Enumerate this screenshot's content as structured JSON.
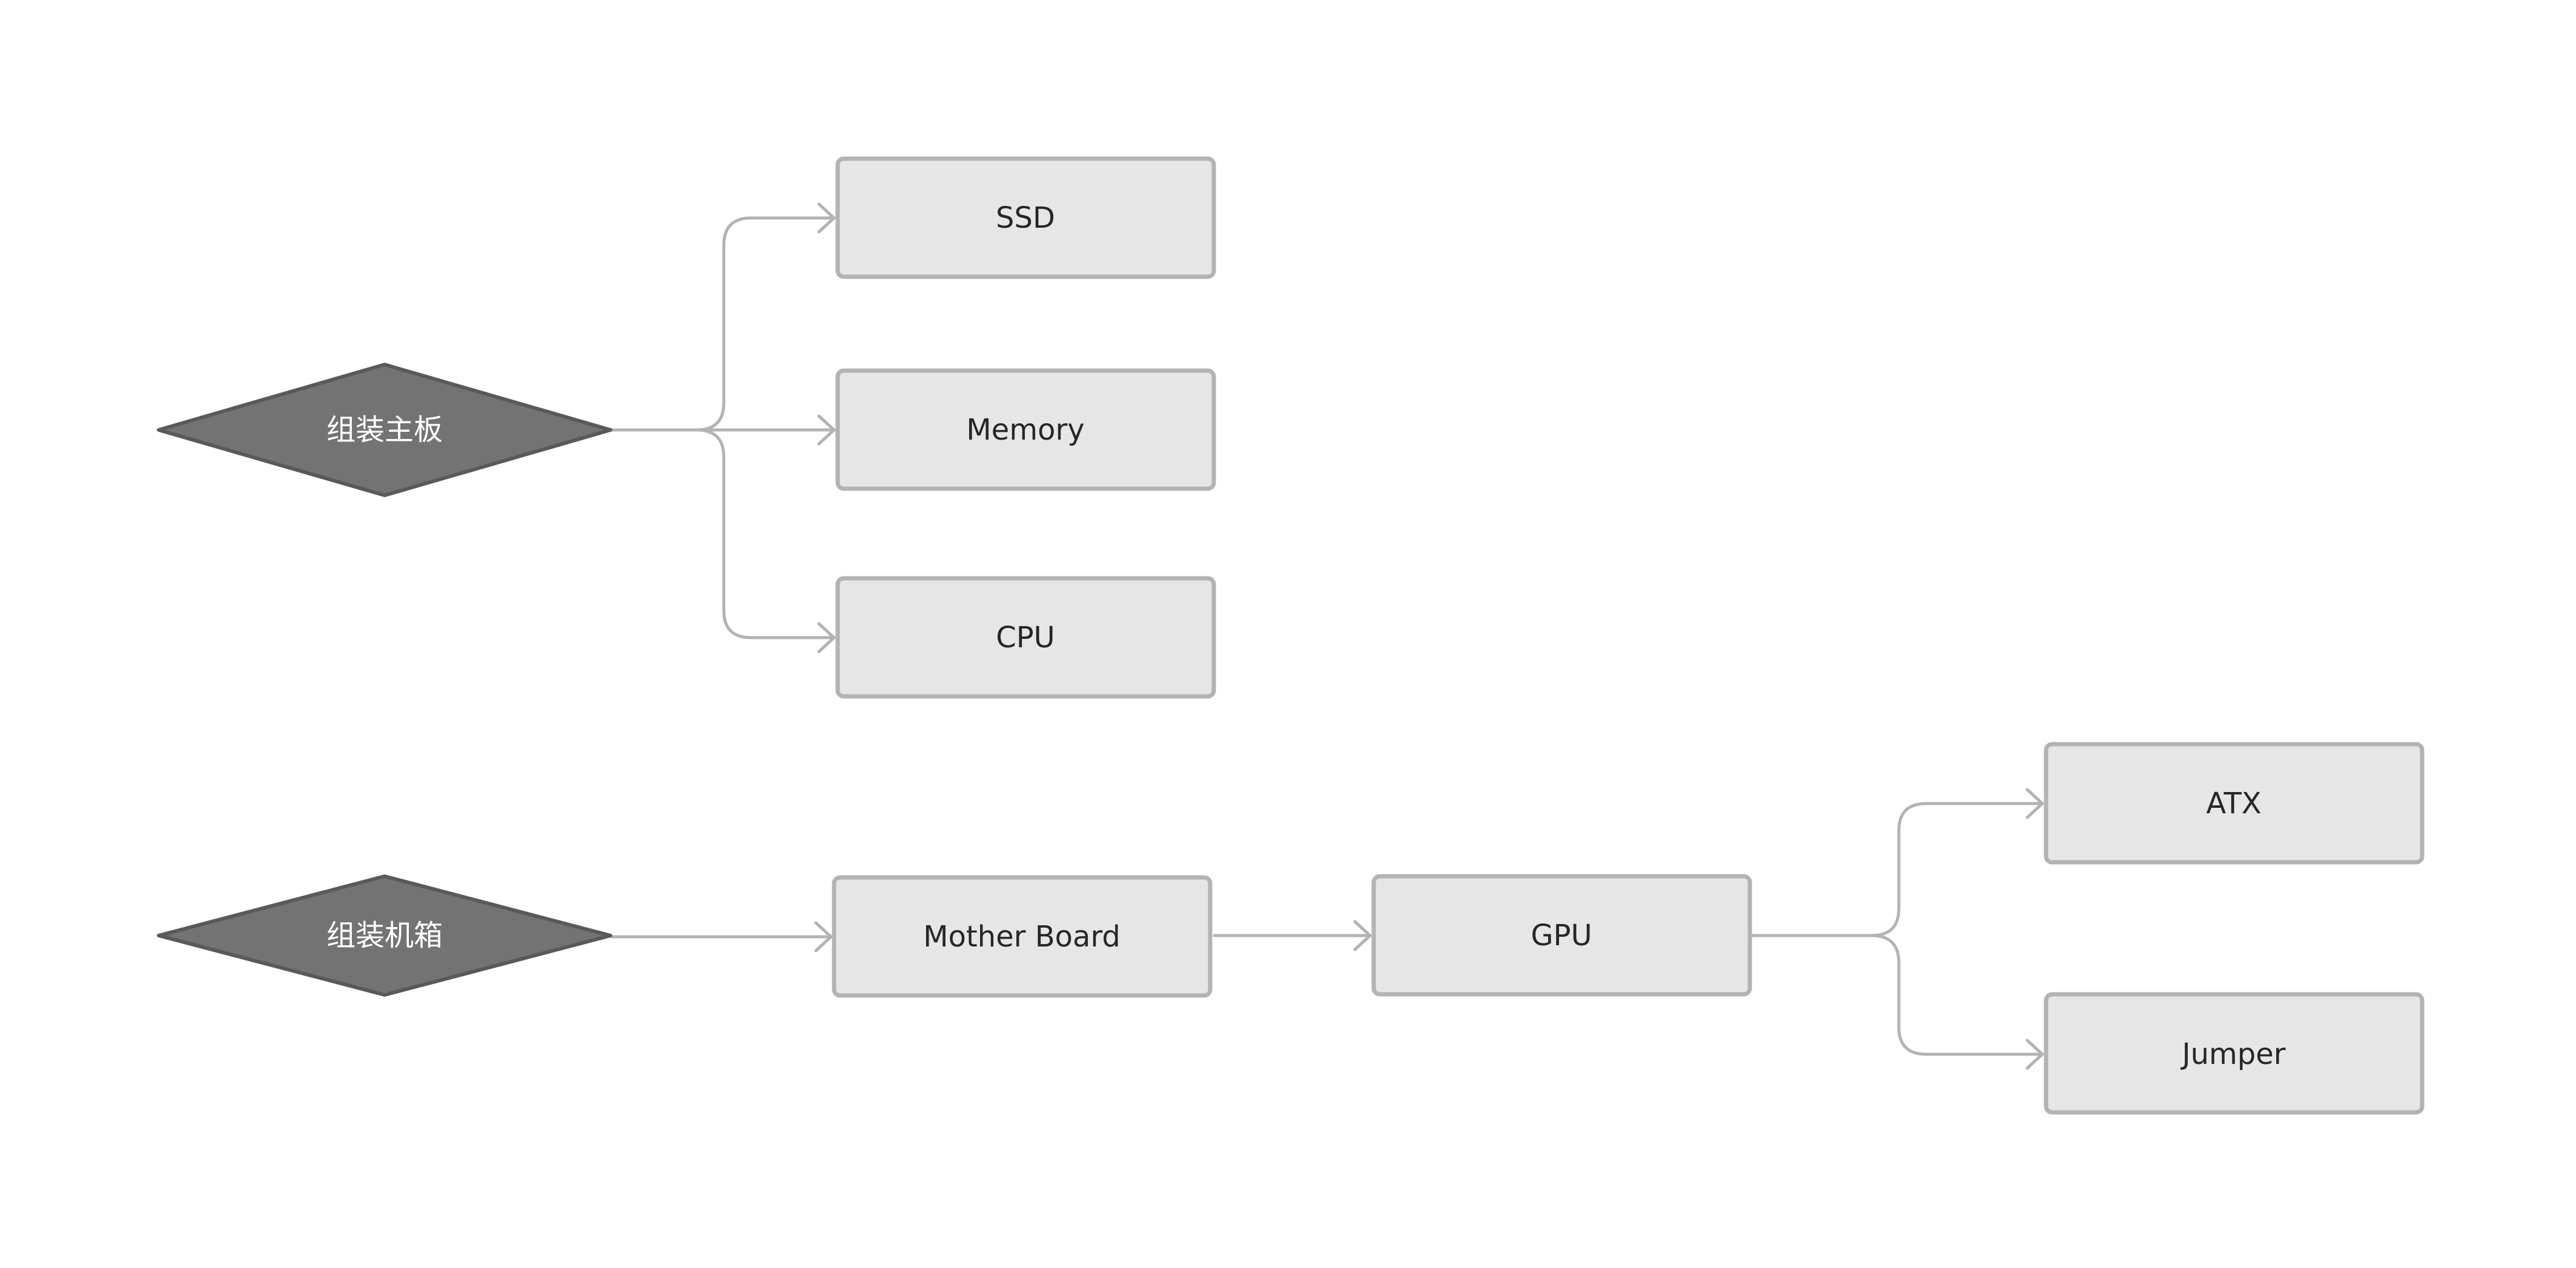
{
  "diagram": {
    "groups": [
      {
        "root": "组装主板",
        "children": [
          "SSD",
          "Memory",
          "CPU"
        ]
      },
      {
        "root": "组装机箱",
        "children": [
          "Mother Board"
        ]
      }
    ],
    "nodes": {
      "root1": "组装主板",
      "root2": "组装机箱",
      "ssd": "SSD",
      "memory": "Memory",
      "cpu": "CPU",
      "motherboard": "Mother Board",
      "gpu": "GPU",
      "atx": "ATX",
      "jumper": "Jumper"
    },
    "edges": [
      {
        "from": "组装主板",
        "to": "SSD"
      },
      {
        "from": "组装主板",
        "to": "Memory"
      },
      {
        "from": "组装主板",
        "to": "CPU"
      },
      {
        "from": "组装机箱",
        "to": "Mother Board"
      },
      {
        "from": "Mother Board",
        "to": "GPU"
      },
      {
        "from": "GPU",
        "to": "ATX"
      },
      {
        "from": "GPU",
        "to": "Jumper"
      }
    ],
    "colors": {
      "box_fill": "#e6e6e6",
      "box_stroke": "#b3b3b3",
      "diamond_fill": "#737373",
      "diamond_stroke": "#595959",
      "edge": "#b3b3b3",
      "text_dark": "#262626",
      "text_light": "#ffffff"
    }
  }
}
